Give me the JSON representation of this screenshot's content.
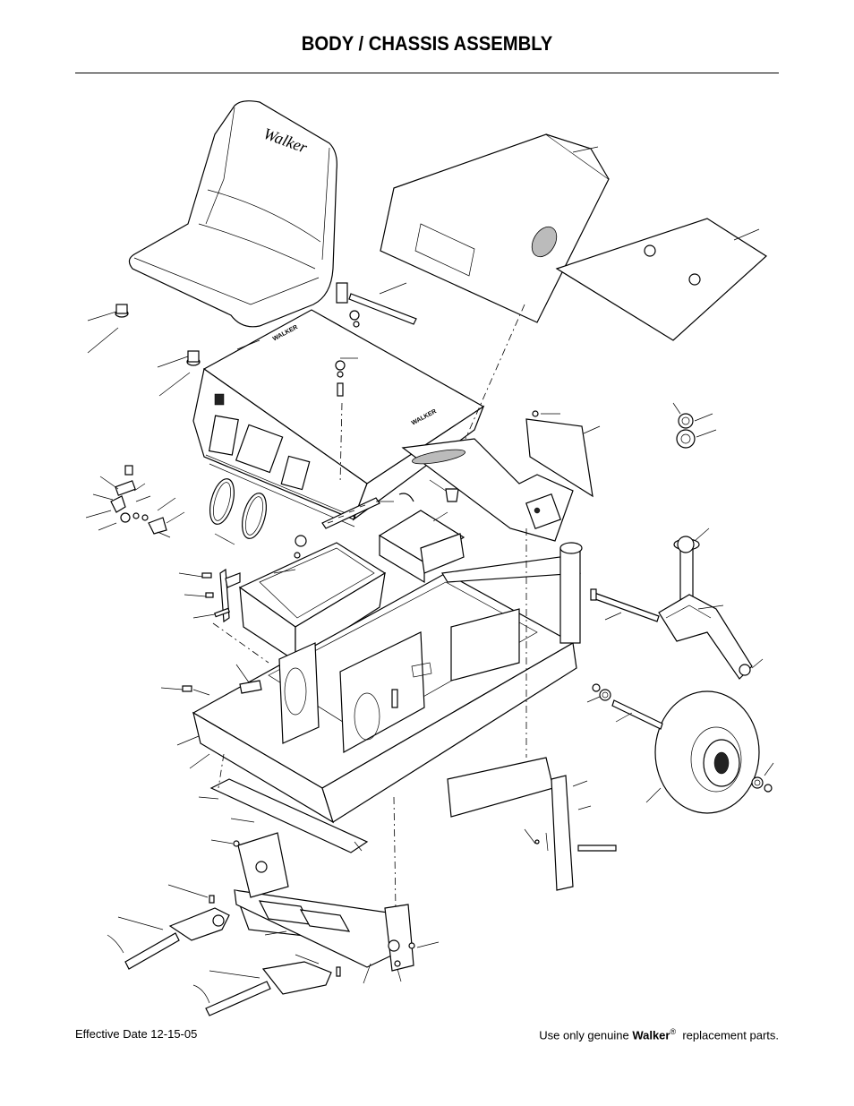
{
  "header": {
    "title": "BODY / CHASSIS ASSEMBLY"
  },
  "diagram": {
    "brand_marks": [
      "Walker",
      "WALKER",
      "WALKER"
    ]
  },
  "footer": {
    "effective_date": "Effective Date 12-15-05",
    "note_prefix": "Use only genuine ",
    "brand": "Walker",
    "registered_mark": "®",
    "note_suffix": "  replacement parts."
  }
}
